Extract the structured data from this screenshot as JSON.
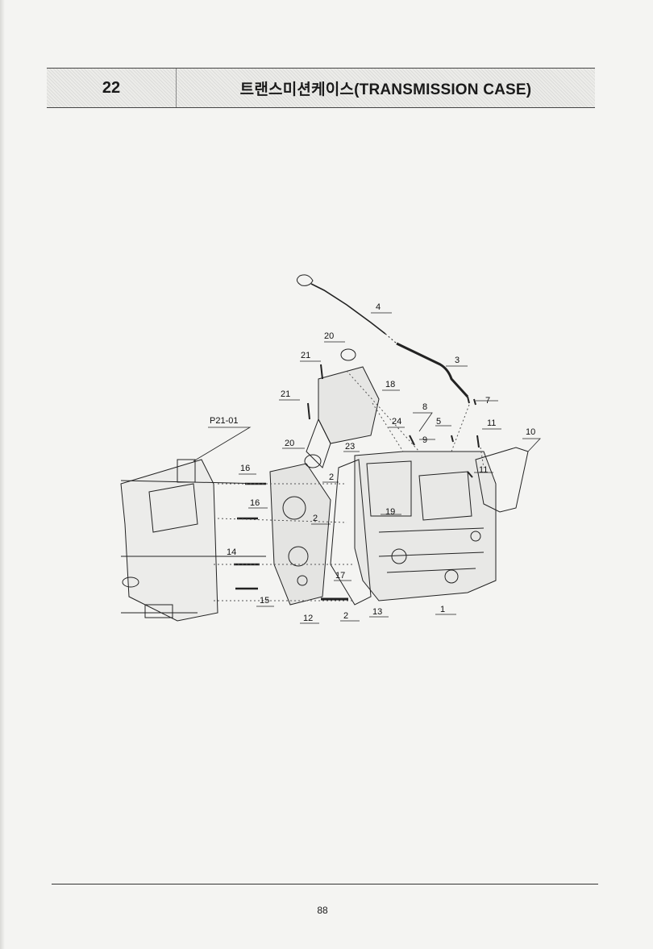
{
  "header": {
    "section_number": "22",
    "title": "트랜스미션케이스(TRANSMISSION CASE)"
  },
  "diagram": {
    "callouts": {
      "c1": "1",
      "c2a": "2",
      "c2b": "2",
      "c2c": "2",
      "c3": "3",
      "c4": "4",
      "c5": "5",
      "c7": "7",
      "c8": "8",
      "c9": "9",
      "c10": "10",
      "c11a": "11",
      "c11b": "11",
      "c12": "12",
      "c13": "13",
      "c14": "14",
      "c15": "15",
      "c16a": "16",
      "c16b": "16",
      "c17": "17",
      "c18": "18",
      "c19": "19",
      "c20a": "20",
      "c20b": "20",
      "c21a": "21",
      "c21b": "21",
      "c23": "23",
      "c24": "24",
      "ref": "P21-01"
    }
  },
  "footer": {
    "page_number": "88"
  }
}
